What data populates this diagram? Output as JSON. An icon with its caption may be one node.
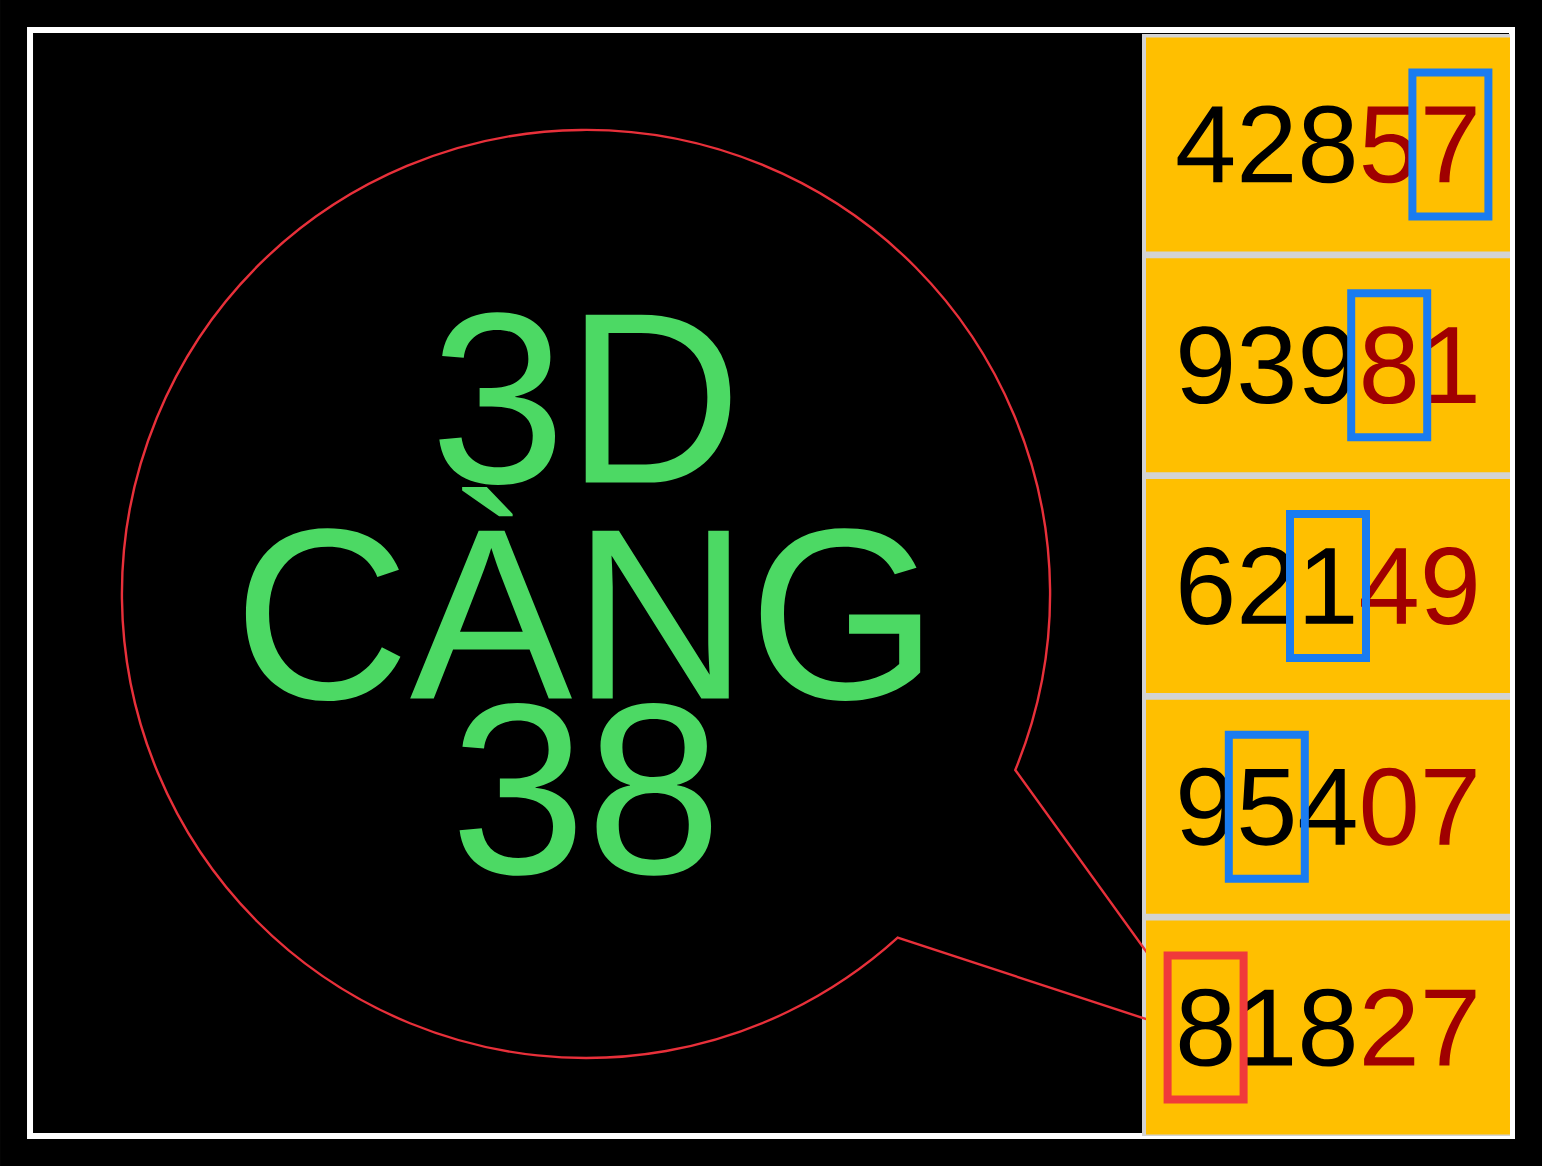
{
  "diagram": {
    "nodes": [
      {
        "text": [
          "3D CÀNG 38"
        ]
      },
      {
        "text": [
          "428",
          "57"
        ]
      },
      {
        "text": [
          "939",
          "81"
        ]
      },
      {
        "text": [
          "621",
          "49"
        ]
      },
      {
        "text": [
          "954",
          "07"
        ]
      },
      {
        "text": [
          "818",
          "27"
        ]
      }
    ]
  }
}
